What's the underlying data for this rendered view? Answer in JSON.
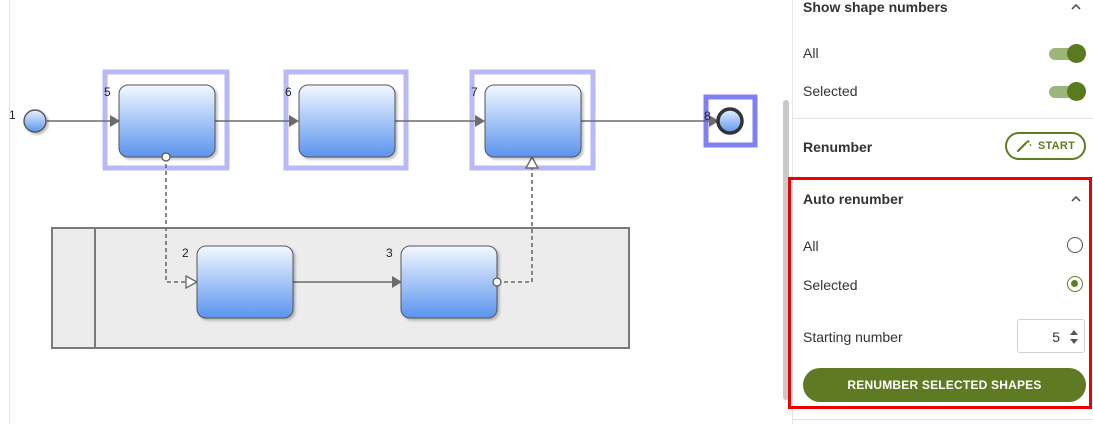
{
  "diagram": {
    "shape_numbers": [
      "1",
      "5",
      "6",
      "7",
      "8",
      "2",
      "3"
    ]
  },
  "panel": {
    "show_numbers": {
      "title": "Show shape numbers",
      "all_label": "All",
      "selected_label": "Selected",
      "all_on": true,
      "selected_on": true
    },
    "renumber": {
      "label": "Renumber",
      "start_label": "START"
    },
    "auto_renumber": {
      "title": "Auto renumber",
      "all_label": "All",
      "selected_label": "Selected",
      "selected_option": "Selected",
      "starting_number_label": "Starting number",
      "starting_number_value": "5",
      "button_label": "RENUMBER SELECTED SHAPES"
    }
  },
  "colors": {
    "accent": "#5e7a22",
    "highlight": "#ee0000",
    "selection": "#b9b9f5"
  }
}
